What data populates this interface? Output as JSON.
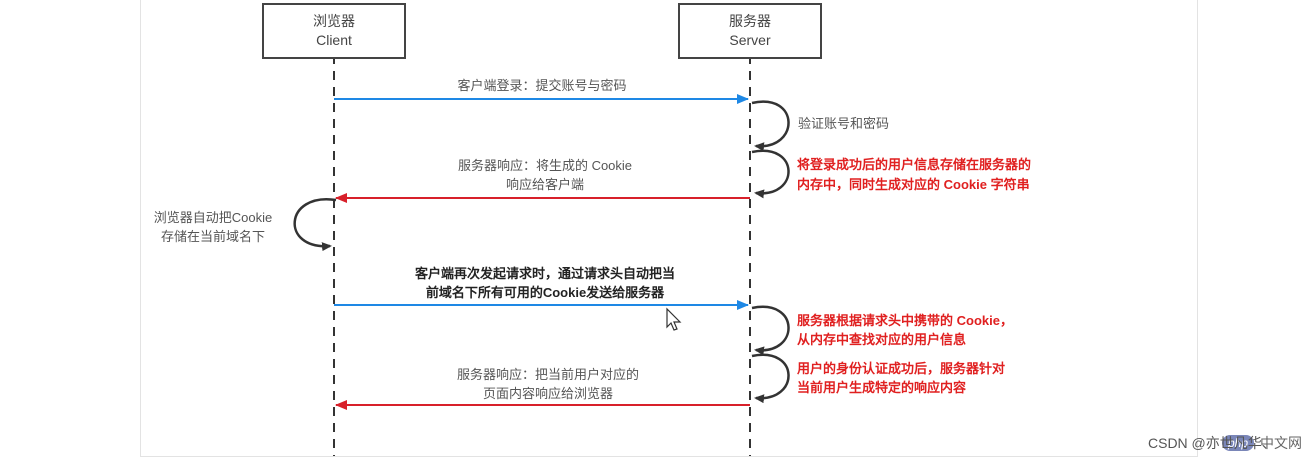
{
  "actors": {
    "client": {
      "name": "浏览器",
      "sub": "Client"
    },
    "server": {
      "name": "服务器",
      "sub": "Server"
    }
  },
  "messages": {
    "login": "客户端登录：提交账号与密码",
    "verify": "验证账号和密码",
    "store_line1": "将登录成功后的用户信息存储在服务器的",
    "store_line2": "内存中，同时生成对应的 Cookie 字符串",
    "response1_line1": "服务器响应：将生成的 Cookie",
    "response1_line2": "响应给客户端",
    "browser_store_line1": "浏览器自动把Cookie",
    "browser_store_line2": "存储在当前域名下",
    "request2_line1": "客户端再次发起请求时，通过请求头自动把当",
    "request2_line2": "前域名下所有可用的Cookie发送给服务器",
    "lookup_line1": "服务器根据请求头中携带的 Cookie，",
    "lookup_line2": "从内存中查找对应的用户信息",
    "auth_line1": "用户的身份认证成功后，服务器针对",
    "auth_line2": "当前用户生成特定的响应内容",
    "response2_line1": "服务器响应：把当前用户对应的",
    "response2_line2": "页面内容响应给浏览器"
  },
  "watermark": {
    "badge": "php",
    "badge_label": "中文网",
    "text": "CSDN @亦世凡华、"
  },
  "colors": {
    "blue": "#1e88e5",
    "red": "#d8202a",
    "line": "#333333"
  }
}
